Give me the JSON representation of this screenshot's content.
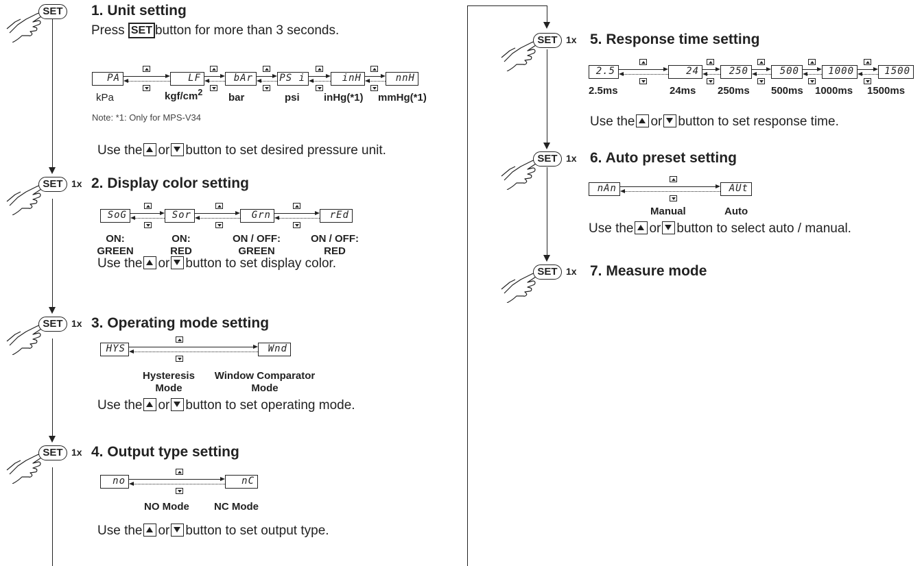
{
  "set_key": "SET",
  "press_count": "1x",
  "up_icon": "up-triangle-icon",
  "down_icon": "down-triangle-icon",
  "hand_icon": "pressing-hand-icon",
  "text_use_the": "Use the",
  "text_or": "or",
  "steps": {
    "s1": {
      "title": "1. Unit setting",
      "press_prefix": "Press",
      "press_suffix": "button for more than 3 seconds.",
      "displays": [
        "PA",
        "LF",
        "bAr",
        "PS i",
        "inH",
        "nnH"
      ],
      "labels": [
        "kPa",
        "kgf/cm",
        "bar",
        "psi",
        "inHg(*1)",
        "mmHg(*1)"
      ],
      "label_superscript": "2",
      "note": "Note:  *1: Only for MPS-V34",
      "instruction_suffix": "button to set desired pressure unit."
    },
    "s2": {
      "title": "2. Display color setting",
      "displays": [
        "SoG",
        "Sor",
        "Grn",
        "rEd"
      ],
      "labels": [
        [
          "ON:",
          "GREEN"
        ],
        [
          "ON:",
          "RED"
        ],
        [
          "ON / OFF:",
          "GREEN"
        ],
        [
          "ON / OFF:",
          "RED"
        ]
      ],
      "instruction_suffix": "button to set display color."
    },
    "s3": {
      "title": "3. Operating mode setting",
      "displays": [
        "HYS",
        "Wnd"
      ],
      "labels": [
        [
          "Hysteresis",
          "Mode"
        ],
        [
          "Window Comparator",
          "Mode"
        ]
      ],
      "instruction_suffix": "button to set operating mode."
    },
    "s4": {
      "title": "4. Output type setting",
      "displays": [
        "no",
        "nC"
      ],
      "labels": [
        "NO Mode",
        "NC Mode"
      ],
      "instruction_suffix": "button to set output type."
    },
    "s5": {
      "title": "5. Response time setting",
      "displays": [
        "2.5",
        "24",
        "250",
        "500",
        "1000",
        "1500"
      ],
      "labels": [
        "2.5ms",
        "24ms",
        "250ms",
        "500ms",
        "1000ms",
        "1500ms"
      ],
      "instruction_suffix": "button to set response time."
    },
    "s6": {
      "title": "6. Auto preset setting",
      "displays": [
        "nAn",
        "AUt"
      ],
      "labels": [
        "Manual",
        "Auto"
      ],
      "instruction_suffix": "button to select auto / manual."
    },
    "s7": {
      "title": "7. Measure mode"
    }
  }
}
